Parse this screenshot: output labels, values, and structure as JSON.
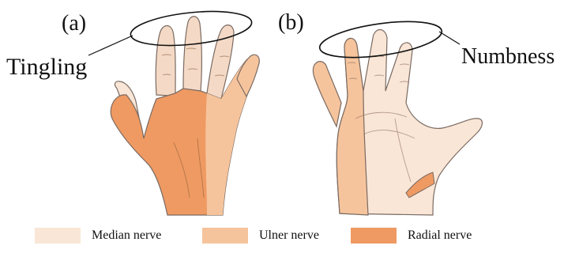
{
  "panels": [
    {
      "tag": "(a)",
      "callout": "Tingling"
    },
    {
      "tag": "(b)",
      "callout": "Numbness"
    }
  ],
  "legend": [
    {
      "label": "Median nerve",
      "color": "#f9e6d6"
    },
    {
      "label": "Ulner nerve",
      "color": "#f6c49c"
    },
    {
      "label": "Radial nerve",
      "color": "#ef9a62"
    }
  ],
  "colors": {
    "skin": "#f4dac6",
    "outline": "#7a6a62",
    "callout_stroke": "#111111"
  }
}
